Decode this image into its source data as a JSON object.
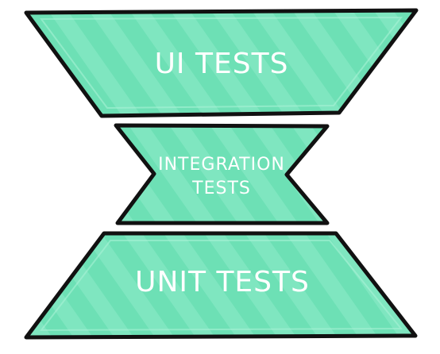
{
  "diagram": {
    "tiers": [
      {
        "label": "UI TESTS"
      },
      {
        "label_line1": "INTEGRATION",
        "label_line2": "TESTS"
      },
      {
        "label": "UNIT TESTS"
      }
    ],
    "colors": {
      "fill": "#6de0b5",
      "fill_light": "#8cebc8",
      "outline": "#111111",
      "text": "#ffffff"
    }
  }
}
